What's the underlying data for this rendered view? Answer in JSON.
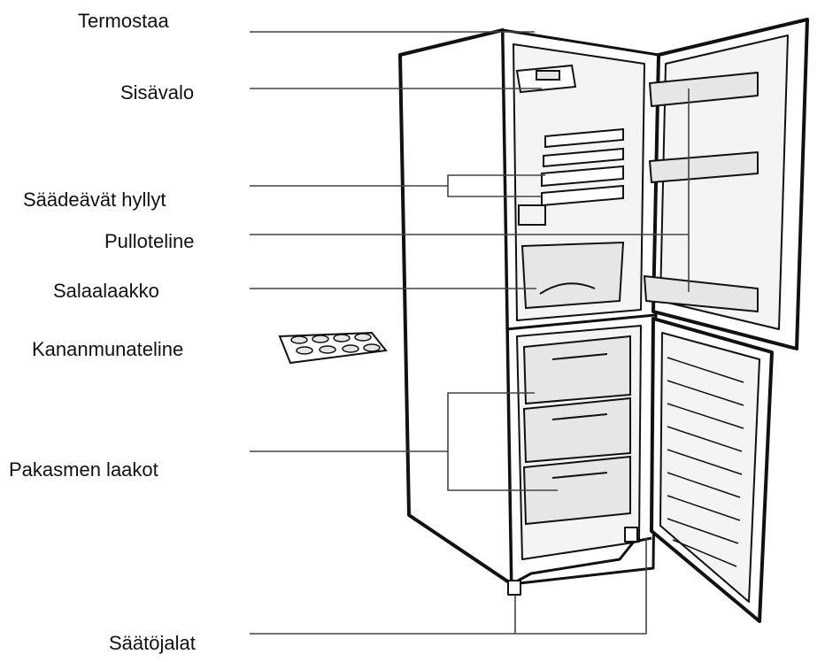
{
  "labels": {
    "thermostat": "Termostaa",
    "interior_light": "Sisävalo",
    "adjustable_shelves": "Säädeävät hyllyt",
    "bottle_rack": "Pulloteline",
    "crisper": "Salaalaakko",
    "egg_tray": "Kananmunateline",
    "freezer_drawers": "Pakasmen laakot",
    "adjustable_feet": "Säätöjalat"
  },
  "colors": {
    "line": "#111111",
    "leader": "#444444",
    "fill": "#ffffff",
    "shade": "#e6e6e6"
  }
}
